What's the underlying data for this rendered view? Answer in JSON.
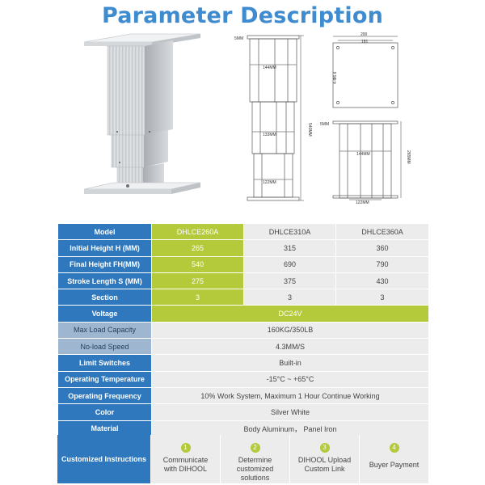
{
  "title": "Parameter Description",
  "dimensions": {
    "label_5mm_a": "5MM",
    "label_144_a": "144MM",
    "label_133": "133MM",
    "label_122_a": "122MM",
    "label_540": "540MM",
    "label_200": "200",
    "label_181": "181",
    "label_hole": "4-Φ6.6",
    "label_5mm_b": "5MM",
    "label_144_b": "144MM",
    "label_265": "265MM",
    "label_122_b": "122MM"
  },
  "table": {
    "header": {
      "label": "Model",
      "models": [
        "DHLCE260A",
        "DHLCE310A",
        "DHLCE360A"
      ]
    },
    "rows3": [
      {
        "label": "Initial Height H (MM)",
        "values": [
          "265",
          "315",
          "360"
        ]
      },
      {
        "label": "Final Height FH(MM)",
        "values": [
          "540",
          "690",
          "790"
        ]
      },
      {
        "label": "Stroke Length S (MM)",
        "values": [
          "275",
          "375",
          "430"
        ]
      },
      {
        "label": "Section",
        "values": [
          "3",
          "3",
          "3"
        ]
      }
    ],
    "voltage": {
      "label": "Voltage",
      "value": "DC24V"
    },
    "rows1": [
      {
        "label": "Max Load Capacity",
        "value": "160KG/350LB"
      },
      {
        "label": "No-load Speed",
        "value": "4.3MM/S"
      },
      {
        "label": "Limit Switches",
        "value": "Built-in"
      },
      {
        "label": "Operating Temperature",
        "value": "-15°C ~ +65°C"
      },
      {
        "label": "Operating Frequency",
        "value": "10% Work System, Maximum 1 Hour Continue Working"
      },
      {
        "label": "Color",
        "value": "Silver White"
      },
      {
        "label": "Material",
        "value": "Body Aluminum， Panel Iron"
      }
    ],
    "custom": {
      "label": "Customized Instructions",
      "steps": [
        {
          "num": "1",
          "text": "Communicate with DIHOOL"
        },
        {
          "num": "2",
          "text": "Determine customized solutions"
        },
        {
          "num": "3",
          "text": "DIHOOL Upload Custom Link"
        },
        {
          "num": "4",
          "text": "Buyer Payment"
        }
      ]
    }
  }
}
